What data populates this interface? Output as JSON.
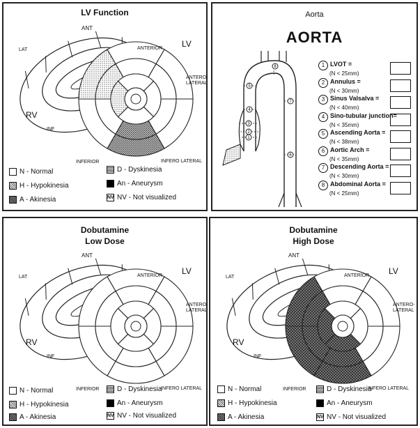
{
  "labels": {
    "ant": "ANT",
    "lat": "LAT",
    "anterior": "ANTERIOR",
    "antero_lateral_1": "ANTERO-",
    "antero_lateral_2": "LATERAL",
    "inferior": "INFERIOR",
    "infero_lateral": "INFERO LATERAL",
    "inf": "INF",
    "rv": "RV",
    "lv": "LV"
  },
  "legend": {
    "normal": "N - Normal",
    "hypokinesia": "H - Hypokinesia",
    "akinesia": "A - Akinesia",
    "dyskinesia": "D - Dyskinesia",
    "aneurysm": "An - Aneurysm",
    "not_visualized": "NV - Not visualized",
    "nv_badge": "NV"
  },
  "panels": {
    "lv_function": {
      "title": "LV Function"
    },
    "aorta": {
      "title": "Aorta",
      "big_title": "AORTA"
    },
    "dob_low": {
      "title_1": "Dobutamine",
      "title_2": "Low Dose"
    },
    "dob_high": {
      "title_1": "Dobutamine",
      "title_2": "High Dose"
    }
  },
  "aorta_measurements": [
    {
      "num": "1",
      "name": "LVOT =",
      "norm": "(N < 25mm)"
    },
    {
      "num": "2",
      "name": "Annulus =",
      "norm": "(N < 30mm)"
    },
    {
      "num": "3",
      "name": "Sinus Valsalva =",
      "norm": "(N < 40mm)"
    },
    {
      "num": "4",
      "name": "Sino-tubular junction=",
      "norm": "(N < 35mm)"
    },
    {
      "num": "5",
      "name": "Ascending Aorta =",
      "norm": "(N < 38mm)"
    },
    {
      "num": "6",
      "name": "Aortic Arch =",
      "norm": "(N < 35mm)"
    },
    {
      "num": "7",
      "name": "Descending Aorta =",
      "norm": "(N < 30mm)"
    },
    {
      "num": "8",
      "name": "Abdominal Aorta =",
      "norm": "(N < 25mm)"
    }
  ],
  "segment_fill": {
    "lv_function": [
      "hypokinesia-left",
      "akinesia-lower"
    ],
    "dob_low": [],
    "dob_high": [
      "akinesia-left",
      "akinesia-lower"
    ]
  }
}
